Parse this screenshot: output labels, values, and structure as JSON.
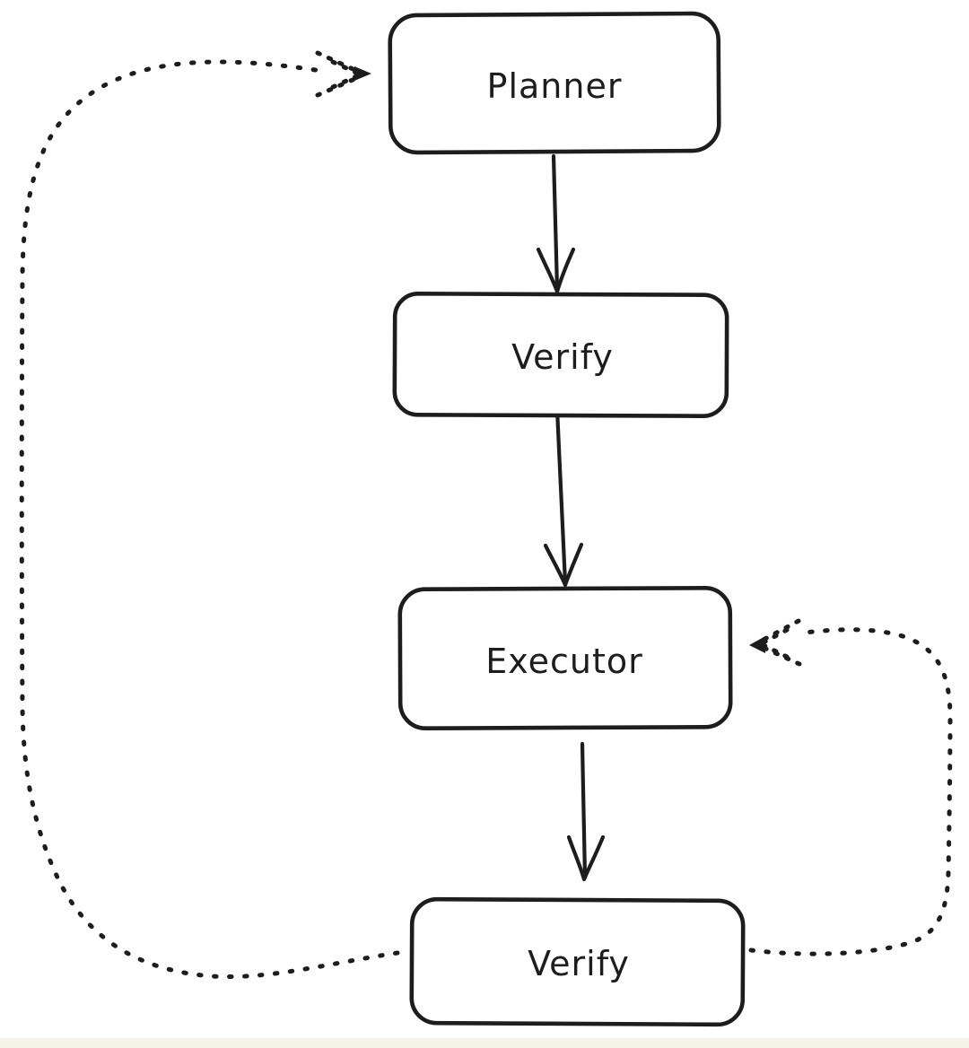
{
  "diagram": {
    "type": "flowchart",
    "style": "hand-drawn",
    "colors": {
      "ink": "#1d1d1d",
      "background": "#ffffff",
      "footer_strip": "#f5f2e9"
    },
    "nodes": [
      {
        "id": "planner",
        "label": "Planner"
      },
      {
        "id": "verify-top",
        "label": "Verify"
      },
      {
        "id": "executor",
        "label": "Executor"
      },
      {
        "id": "verify-bottom",
        "label": "Verify"
      }
    ],
    "edges": [
      {
        "from": "planner",
        "to": "verify-top",
        "style": "solid"
      },
      {
        "from": "verify-top",
        "to": "executor",
        "style": "solid"
      },
      {
        "from": "executor",
        "to": "verify-bottom",
        "style": "solid"
      },
      {
        "from": "verify-bottom",
        "to": "planner",
        "style": "dotted"
      },
      {
        "from": "verify-bottom",
        "to": "executor",
        "style": "dotted"
      }
    ]
  }
}
